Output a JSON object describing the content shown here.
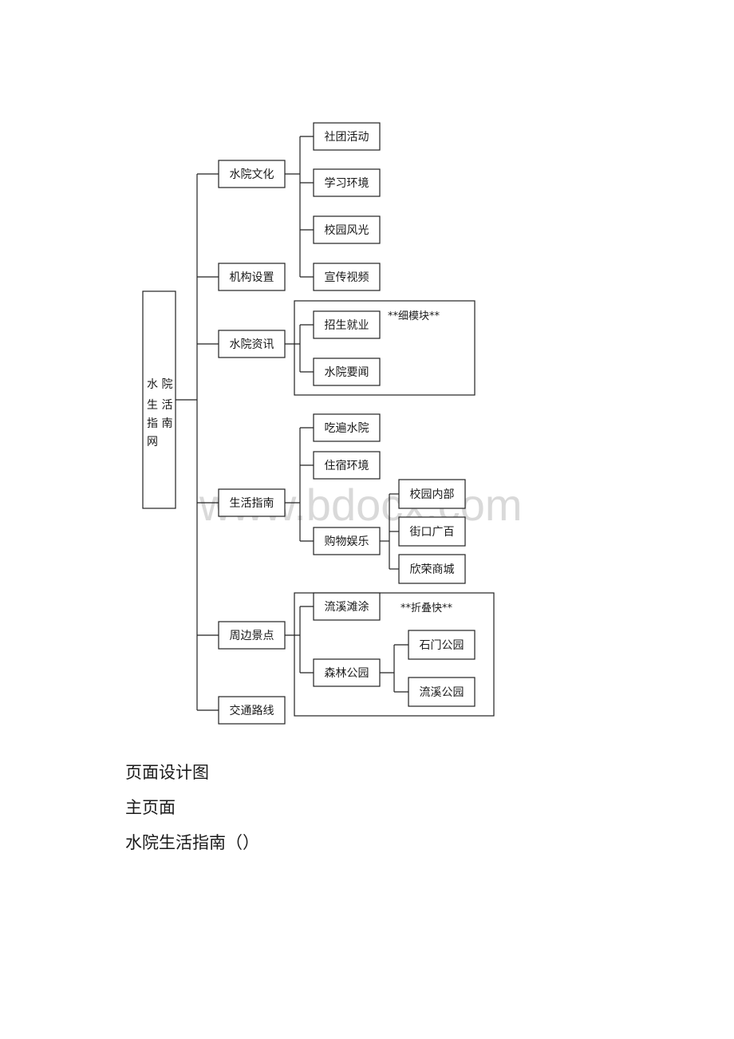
{
  "diagram": {
    "root": {
      "label_lines": [
        "水 院",
        "生 活",
        "指 南",
        "网"
      ]
    },
    "sections": [
      {
        "label": "水院文化",
        "children": [
          "社团活动",
          "学习环境",
          "校园风光",
          "宣传视频"
        ]
      },
      {
        "label": "机构设置",
        "children": []
      },
      {
        "label": "水院资讯",
        "children": [
          "招生就业",
          "水院要闻"
        ],
        "note": "**细模块**"
      },
      {
        "label": "生活指南",
        "children": [
          "吃遍水院",
          "住宿环境",
          "购物娱乐"
        ],
        "grandchildren": {
          "购物娱乐": [
            "校园内部",
            "街口广百",
            "欣荣商城"
          ]
        }
      },
      {
        "label": "周边景点",
        "children": [
          "流溪滩涂",
          "森林公园"
        ],
        "note": "**折叠快**",
        "grandchildren": {
          "森林公园": [
            "石门公园",
            "流溪公园"
          ]
        }
      },
      {
        "label": "交通路线",
        "children": []
      }
    ]
  },
  "watermark": "www.bdocx.com",
  "headings": [
    "页面设计图",
    "主页面",
    "水院生活指南（）"
  ]
}
